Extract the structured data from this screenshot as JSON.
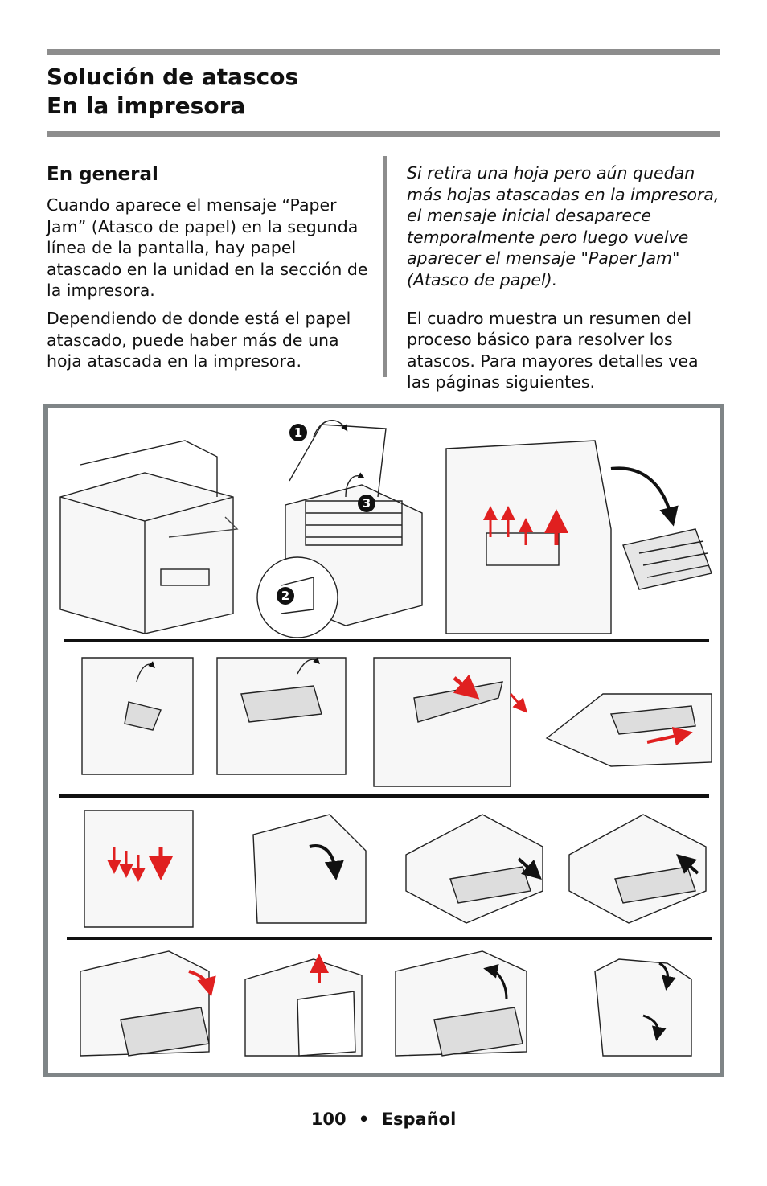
{
  "heading": {
    "line1": "Solución de atascos",
    "line2": "En la impresora"
  },
  "left": {
    "subheading": "En general",
    "para1": "Cuando aparece el mensaje “Paper Jam” (Atasco de papel) en la segunda línea de la pantalla, hay papel atascado en la unidad en la sección de la impresora.",
    "para2": "Dependiendo de donde está el papel atascado, puede haber más de una hoja atascada en la impresora."
  },
  "right": {
    "note": "Si retira una hoja pero aún quedan más hojas atascadas en la impresora, el mensaje inicial desaparece temporalmente pero luego vuelve aparecer el mensaje \"Paper Jam\" (Atasco de papel).",
    "para": "El cuadro muestra un resumen del proceso básico para resolver los atascos. Para mayores detalles vea las páginas siguientes."
  },
  "figure": {
    "step_numbers": [
      "1",
      "2",
      "3"
    ]
  },
  "footer": {
    "page": "100",
    "bullet": "•",
    "language": "Español"
  },
  "colors": {
    "rule": "#8d8d8d",
    "frame": "#7f8587",
    "arrow_red": "#e02020",
    "line": "#222222"
  }
}
